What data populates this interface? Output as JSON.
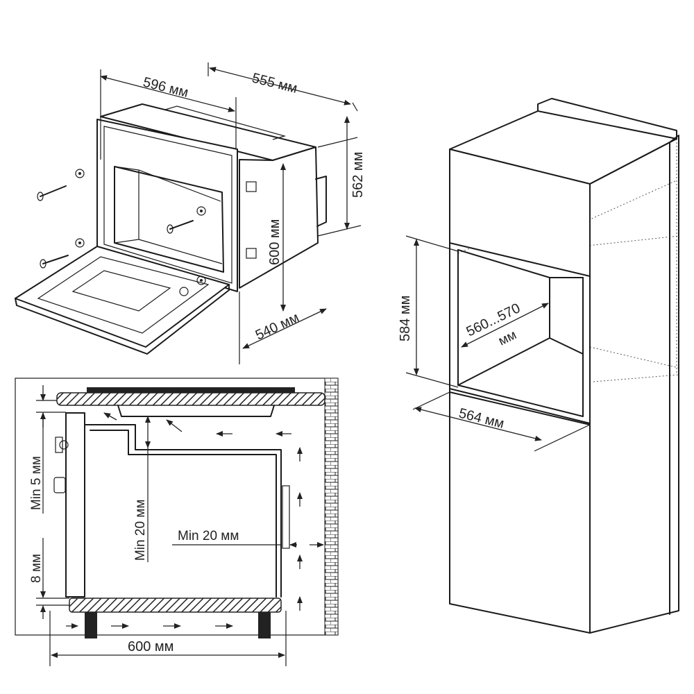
{
  "oven_view": {
    "width_label": "596 мм",
    "depth_label": "555 мм",
    "height_label": "562 мм",
    "front_height_label": "600 мм",
    "bottom_depth_label": "540 мм"
  },
  "section_view": {
    "top_gap_label": "Min 5 мм",
    "inner_top_label": "Min 20 мм",
    "side_gap_label": "Min 20 мм",
    "bottom_gap_label": "8 мм",
    "width_label": "600 мм"
  },
  "cabinet_view": {
    "height_label": "584 мм",
    "inner_width_label_1": "560...570",
    "inner_width_label_2": "мм",
    "depth_label": "564 мм"
  }
}
